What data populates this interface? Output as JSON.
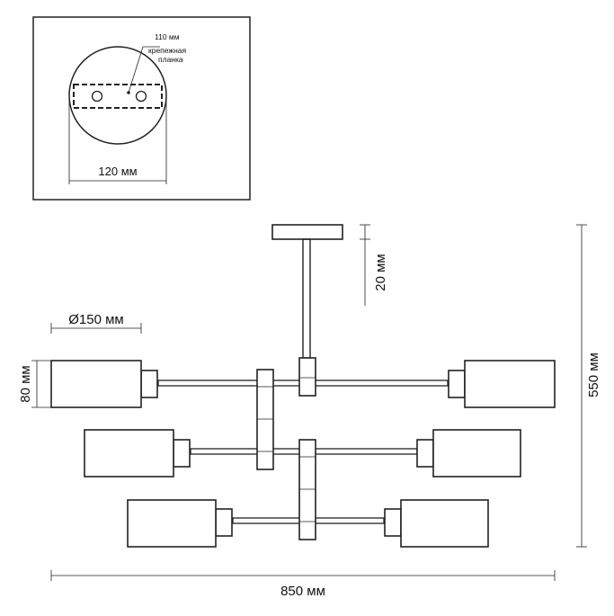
{
  "inset": {
    "plate_width_label": "110 мм",
    "plate_name_line1": "крепежная",
    "plate_name_line2": "планка",
    "canopy_diameter_label": "120 мм"
  },
  "dimensions": {
    "shade_diameter": "Ø150 мм",
    "shade_height": "80 мм",
    "canopy_height": "20 мм",
    "total_height": "550 мм",
    "total_width": "850 мм"
  }
}
